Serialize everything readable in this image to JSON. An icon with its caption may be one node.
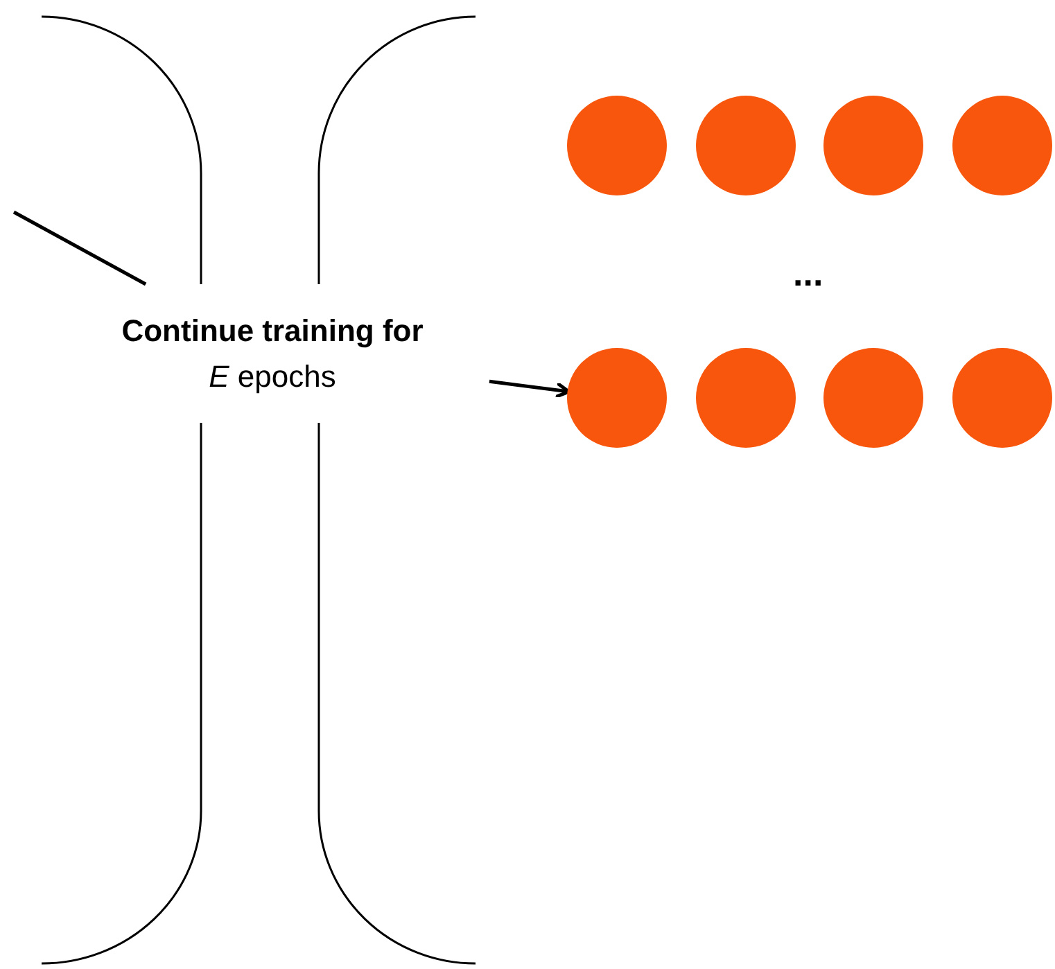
{
  "diagram": {
    "nodes": [
      {
        "text": [
          "**Continue training for** *E* epochs"
        ]
      },
      {
        "text": [],
        "shape": "circle"
      },
      {
        "text": [],
        "shape": "circle"
      },
      {
        "text": [],
        "shape": "circle"
      },
      {
        "text": [],
        "shape": "circle"
      },
      {
        "text": [],
        "shape": "circle"
      },
      {
        "text": [],
        "shape": "circle"
      },
      {
        "text": [],
        "shape": "circle"
      },
      {
        "text": [],
        "shape": "circle"
      }
    ],
    "edges": [
      {
        "from": null,
        "to": 0,
        "arrow": "none"
      },
      {
        "from": 0,
        "to": 5,
        "arrow": "to"
      }
    ],
    "labels": [
      "..."
    ]
  }
}
